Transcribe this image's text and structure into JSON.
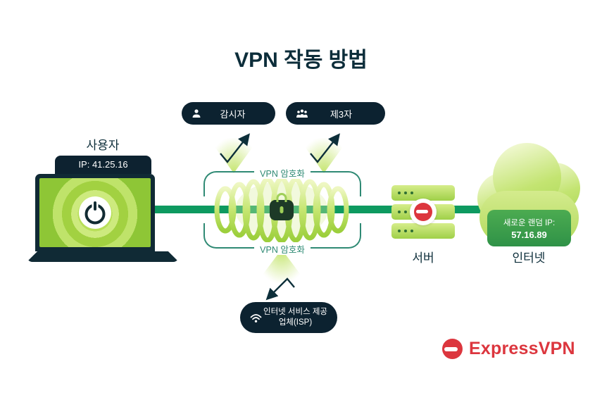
{
  "title": "VPN 작동 방법",
  "user": {
    "label": "사용자",
    "ip": "IP: 41.25.16"
  },
  "threats": {
    "surveillance": "감시자",
    "third_party": "제3자"
  },
  "isp": {
    "line1": "인터넷 서비스 제공",
    "line2": "업체(ISP)"
  },
  "tunnel": {
    "label_top": "VPN 암호화",
    "label_bottom": "VPN 암호화"
  },
  "server": {
    "label": "서버"
  },
  "internet": {
    "label": "인터넷",
    "new_ip_label": "새로운 랜덤 IP:",
    "new_ip": "57.16.89"
  },
  "brand": {
    "name": "ExpressVPN"
  },
  "colors": {
    "accent_green": "#0e9a60",
    "lime": "#b5dd60",
    "dark_navy": "#0c2230",
    "teal_frame": "#2f8a74",
    "brand_red": "#dc363e",
    "badge_green": "#3f9f4c"
  }
}
